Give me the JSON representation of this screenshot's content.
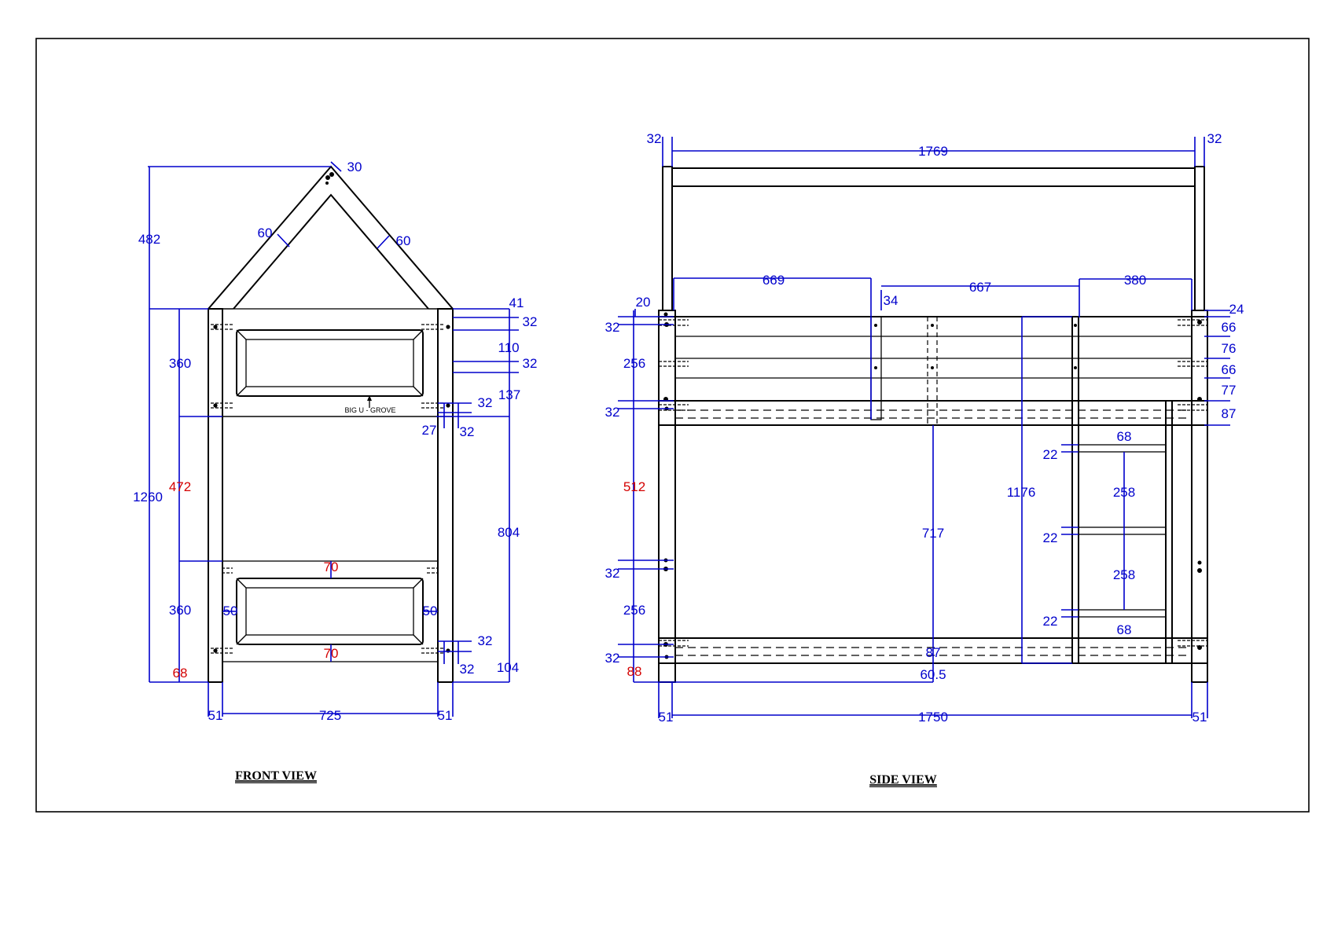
{
  "titles": {
    "front_view": "FRONT VIEW",
    "side_view": "SIDE VIEW"
  },
  "labels": {
    "big_u_grove": "BIG U - GROVE"
  },
  "colors": {
    "outline": "#000000",
    "dimension": "#0000cc",
    "highlight": "#d40000"
  },
  "front_view": {
    "dims": [
      "482",
      "30",
      "60",
      "60",
      "41",
      "32",
      "110",
      "32",
      "137",
      "32",
      "27",
      "32",
      "360",
      "1260",
      "472",
      "804",
      "70",
      "360",
      "50",
      "50",
      "70",
      "32",
      "32",
      "68",
      "104",
      "51",
      "725",
      "51"
    ]
  },
  "side_view": {
    "dims": [
      "32",
      "1769",
      "32",
      "669",
      "667",
      "380",
      "20",
      "34",
      "24",
      "32",
      "66",
      "76",
      "256",
      "66",
      "77",
      "32",
      "87",
      "68",
      "22",
      "1176",
      "512",
      "258",
      "717",
      "22",
      "32",
      "258",
      "256",
      "22",
      "68",
      "32",
      "87",
      "88",
      "60.5",
      "51",
      "1750",
      "51"
    ]
  }
}
